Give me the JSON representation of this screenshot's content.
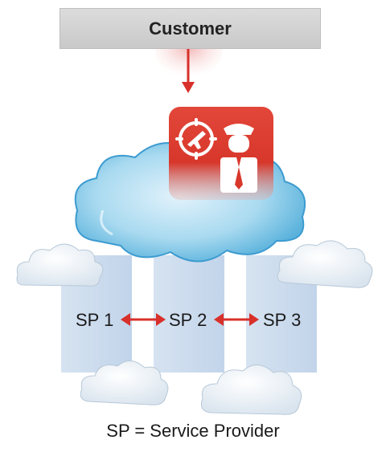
{
  "header": {
    "customer_label": "Customer"
  },
  "providers": [
    {
      "label": "SP 1"
    },
    {
      "label": "SP 2"
    },
    {
      "label": "SP 3"
    }
  ],
  "caption": "SP = Service Provider",
  "icons": {
    "broker": "broker-icon",
    "globe": "globe-airplane-icon",
    "person": "uniformed-person-icon"
  },
  "colors": {
    "accent": "#e03a2f",
    "column": "#c9d9ec",
    "cloud": "#7fc7e6"
  }
}
